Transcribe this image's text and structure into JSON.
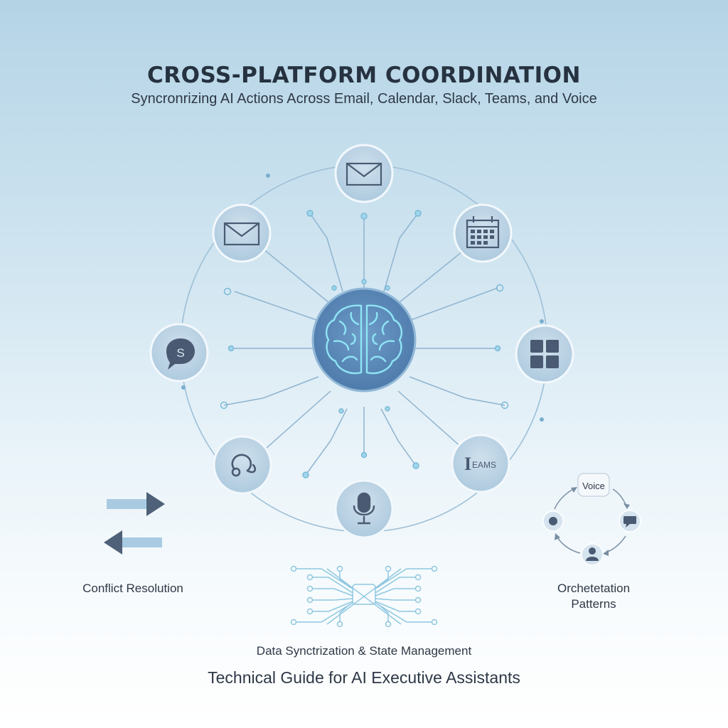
{
  "header": {
    "title": "CROSS-PLATFORM COORDINATION",
    "subtitle": "Syncronrizing AI Actions Across Email, Calendar, Slack, Teams, and Voice"
  },
  "hub": {
    "icon": "brain-icon"
  },
  "nodes": [
    {
      "name": "email-top",
      "icon": "envelope-icon"
    },
    {
      "name": "calendar",
      "icon": "calendar-icon"
    },
    {
      "name": "teams-grid",
      "icon": "grid-icon"
    },
    {
      "name": "teams-logo",
      "icon": "teams-logo-icon",
      "text": "EAMS"
    },
    {
      "name": "voice",
      "icon": "microphone-icon"
    },
    {
      "name": "integration",
      "icon": "hook-icon"
    },
    {
      "name": "slack",
      "icon": "chat-bubble-icon",
      "text": "S"
    },
    {
      "name": "email-left",
      "icon": "envelope-icon"
    }
  ],
  "left_panel": {
    "arrows": [
      "arrow-right-icon",
      "arrow-left-icon"
    ],
    "label": "Conflict Resolution"
  },
  "right_panel": {
    "cycle_label": "Voice",
    "label_line1": "Orchetetation",
    "label_line2": "Patterns"
  },
  "footer": {
    "sub": "Data Synctrization & State Management",
    "main": "Technical Guide for AI Executive Assistants"
  },
  "colors": {
    "hub": "#5a88b8",
    "node_fill": "#bdd3e4",
    "node_stroke": "#f2f8fc",
    "line": "#8fb3cf",
    "dot": "#7ec6e4",
    "icon": "#4a5a72"
  }
}
